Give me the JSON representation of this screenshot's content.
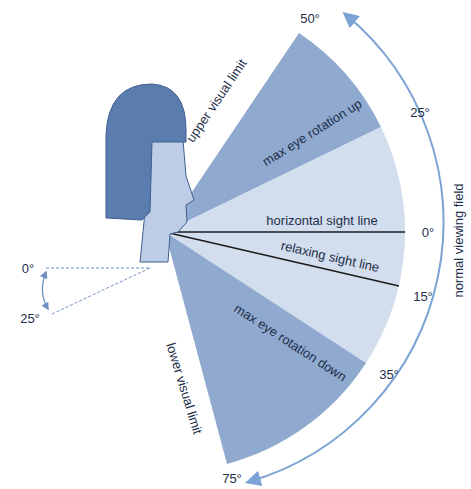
{
  "diagram": {
    "labels": [
      "50°",
      "upper visual limit",
      "max eye rotation up",
      "25°",
      "horizontal sight line",
      "0°",
      "relaxing sight line",
      "15°",
      "max eye rotation down",
      "35°",
      "normal viewing field",
      "lower visual limit",
      "75°",
      "0°",
      "25°"
    ]
  }
}
